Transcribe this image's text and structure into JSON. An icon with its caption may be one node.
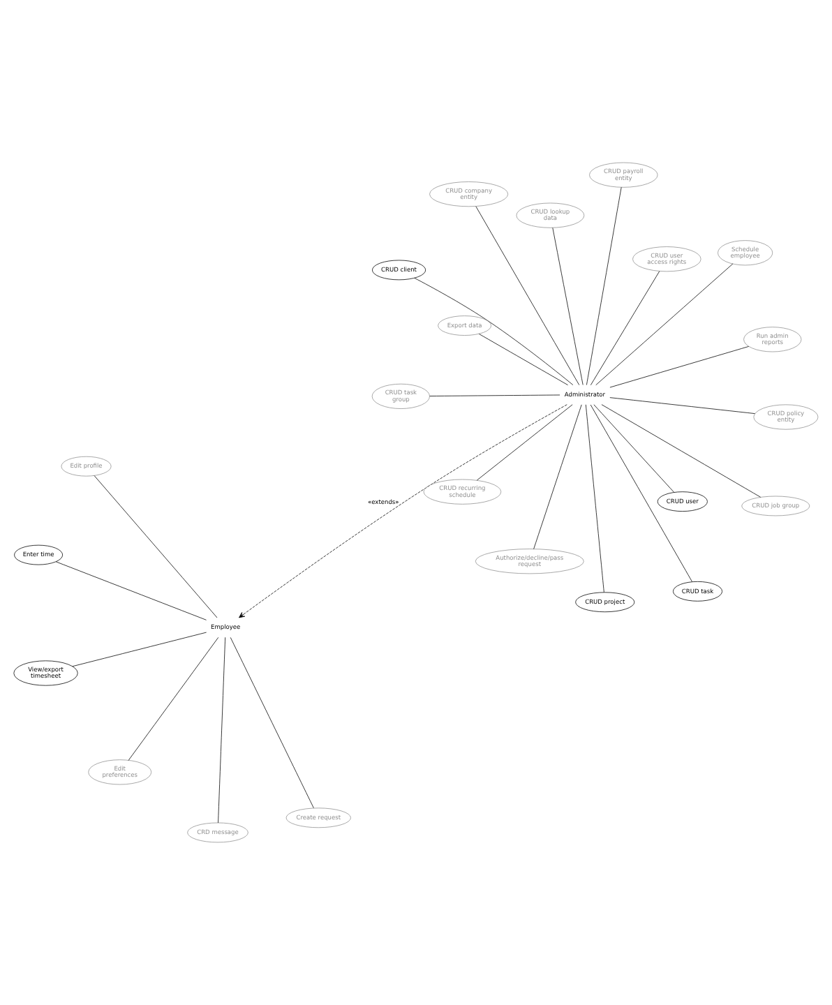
{
  "diagram": {
    "nodes": [
      {
        "text": [
          "Employee"
        ]
      },
      {
        "text": [
          "Create request"
        ]
      },
      {
        "text": [
          "CRD message"
        ]
      },
      {
        "text": [
          "Edit profile"
        ]
      },
      {
        "text": [
          "Edit preferences"
        ]
      },
      {
        "text": [
          "Enter time"
        ]
      },
      {
        "text": [
          "View/export timesheet"
        ]
      },
      {
        "text": [
          "Administrator"
        ]
      },
      {
        "text": [
          "Authorize/decline/pass request"
        ]
      },
      {
        "text": [
          "CRUD task"
        ]
      },
      {
        "text": [
          "CRUD project"
        ]
      },
      {
        "text": [
          "CRUD task group"
        ]
      },
      {
        "text": [
          "CRUD policy entity"
        ]
      },
      {
        "text": [
          "Run admin reports"
        ]
      },
      {
        "text": [
          "CRUD payroll entity"
        ]
      },
      {
        "text": [
          "CRUD user"
        ]
      },
      {
        "text": [
          "CRUD job group"
        ]
      },
      {
        "text": [
          "CRUD company entity"
        ]
      },
      {
        "text": [
          "CRUD client"
        ]
      },
      {
        "text": [
          "CRUD lookup data"
        ]
      },
      {
        "text": [
          "Export data"
        ]
      },
      {
        "text": [
          "CRUD recurring schedule"
        ]
      },
      {
        "text": [
          "CRUD user access rights"
        ]
      },
      {
        "text": [
          "Schedule employee"
        ]
      }
    ],
    "edges": [
      {
        "from": 0,
        "to": 1,
        "arrow": "none"
      },
      {
        "from": 0,
        "to": 2,
        "arrow": "none"
      },
      {
        "from": 0,
        "to": 3,
        "arrow": "none"
      },
      {
        "from": 0,
        "to": 4,
        "arrow": "none"
      },
      {
        "from": 0,
        "to": 5,
        "arrow": "none"
      },
      {
        "from": 0,
        "to": 6,
        "arrow": "none"
      },
      {
        "from": 7,
        "to": 0,
        "arrow": "to",
        "label": "«extends»",
        "style": "dashed"
      },
      {
        "from": 7,
        "to": 8,
        "arrow": "none"
      },
      {
        "from": 7,
        "to": 9,
        "arrow": "none"
      },
      {
        "from": 7,
        "to": 10,
        "arrow": "none"
      },
      {
        "from": 7,
        "to": 11,
        "arrow": "none"
      },
      {
        "from": 7,
        "to": 12,
        "arrow": "none"
      },
      {
        "from": 7,
        "to": 13,
        "arrow": "none"
      },
      {
        "from": 7,
        "to": 14,
        "arrow": "none"
      },
      {
        "from": 7,
        "to": 15,
        "arrow": "none"
      },
      {
        "from": 7,
        "to": 16,
        "arrow": "none"
      },
      {
        "from": 7,
        "to": 17,
        "arrow": "none"
      },
      {
        "from": 7,
        "to": 18,
        "arrow": "none"
      },
      {
        "from": 7,
        "to": 19,
        "arrow": "none"
      },
      {
        "from": 7,
        "to": 20,
        "arrow": "none"
      },
      {
        "from": 7,
        "to": 21,
        "arrow": "none"
      },
      {
        "from": 7,
        "to": 22,
        "arrow": "none"
      },
      {
        "from": 7,
        "to": 23,
        "arrow": "none"
      }
    ]
  }
}
